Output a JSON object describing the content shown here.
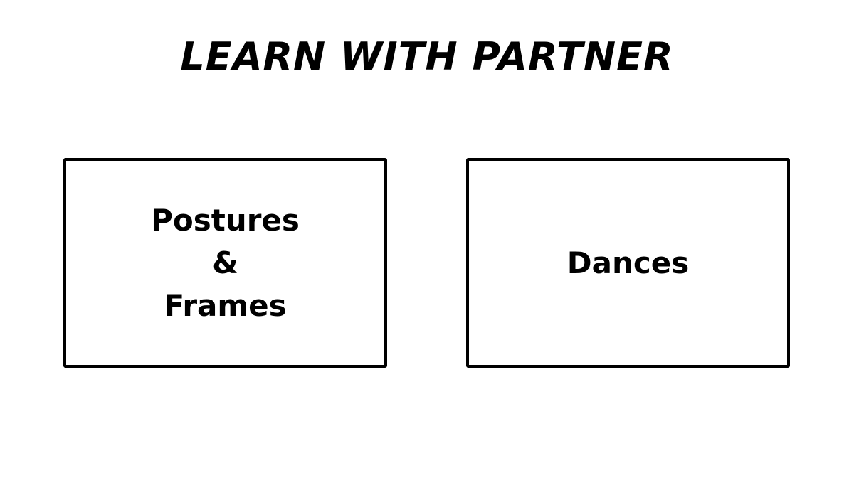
{
  "page": {
    "title": "LEARN WITH PARTNER"
  },
  "menu": {
    "postures": {
      "line1": "Postures",
      "line2": "&",
      "line3": "Frames"
    },
    "dances": {
      "label": "Dances"
    }
  }
}
